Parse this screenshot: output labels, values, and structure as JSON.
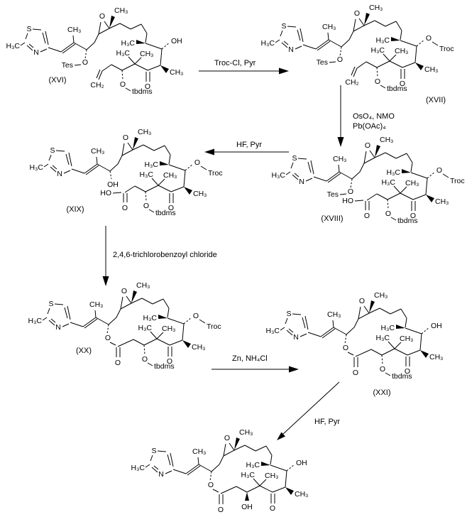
{
  "scheme": {
    "description_labels": {}
  },
  "structures": [
    {
      "id": "XVI",
      "label": "(XVI)",
      "atoms": {
        "thiazole_methyl": "H₃C",
        "sulfur": "S",
        "nitrogen": "N",
        "vinyl_methyl": "CH₃",
        "epoxide_oxygen": "O",
        "epoxide_methyl": "CH₃",
        "c8_methyl": "H₃C",
        "c7_hydroxyl": "OH",
        "c6_methyl": "CH₃",
        "gem_methyl_left": "H₃C",
        "gem_methyl_right": "CH₃",
        "ketone_oxygen": "O",
        "c3_oxygen": "O",
        "c3_silyl": "tbdms",
        "c15_silyl": "Tes",
        "c15_oxygen": "O",
        "terminal_alkene": "CH₂"
      }
    },
    {
      "id": "XVII",
      "label": "(XVII)",
      "atoms": {
        "thiazole_methyl": "H₃C",
        "sulfur": "S",
        "nitrogen": "N",
        "vinyl_methyl": "CH₃",
        "epoxide_oxygen": "O",
        "epoxide_methyl": "CH₃",
        "c8_methyl": "H₃C",
        "c7_oxygen": "O",
        "c7_troc": "Troc",
        "c6_methyl": "CH₃",
        "gem_methyl_left": "H₃C",
        "gem_methyl_right": "CH₃",
        "ketone_oxygen": "O",
        "c3_oxygen": "O",
        "c3_silyl": "tbdms",
        "c15_silyl": "Tes",
        "c15_oxygen": "O",
        "terminal_alkene": "CH₂"
      }
    },
    {
      "id": "XVIII",
      "label": "(XVIII)",
      "atoms": {
        "thiazole_methyl": "H₃C",
        "sulfur": "S",
        "nitrogen": "N",
        "vinyl_methyl": "CH₃",
        "epoxide_oxygen": "O",
        "epoxide_methyl": "CH₃",
        "c8_methyl": "H₃C",
        "c7_oxygen": "O",
        "c7_troc": "Troc",
        "c6_methyl": "CH₃",
        "gem_methyl_left": "H₃C",
        "gem_methyl_right": "CH₃",
        "ketone_oxygen": "O",
        "c3_oxygen": "O",
        "c3_silyl": "tbdms",
        "c15_silyl": "Tes",
        "c15_oxygen": "O",
        "acid_hydroxyl": "HO",
        "acid_oxygen": "O"
      }
    },
    {
      "id": "XIX",
      "label": "(XIX)",
      "atoms": {
        "thiazole_methyl": "H₃C",
        "sulfur": "S",
        "nitrogen": "N",
        "vinyl_methyl": "CH₃",
        "epoxide_oxygen": "O",
        "epoxide_methyl": "CH₃",
        "c8_methyl": "H₃C",
        "c7_oxygen": "O",
        "c7_troc": "Troc",
        "c6_methyl": "CH₃",
        "gem_methyl_left": "H₃C",
        "gem_methyl_right": "CH₃",
        "ketone_oxygen": "O",
        "c3_oxygen": "O",
        "c3_silyl": "tbdms",
        "c15_hydroxyl": "OH",
        "acid_hydroxyl": "HO",
        "acid_oxygen": "O"
      }
    },
    {
      "id": "XX",
      "label": "(XX)",
      "atoms": {
        "thiazole_methyl": "H₃C",
        "sulfur": "S",
        "nitrogen": "N",
        "vinyl_methyl": "CH₃",
        "epoxide_oxygen": "O",
        "epoxide_methyl": "CH₃",
        "c8_methyl": "H₃C",
        "c7_oxygen": "O",
        "c7_troc": "Troc",
        "c6_methyl": "CH₃",
        "gem_methyl_left": "H₃C",
        "gem_methyl_right": "CH₃",
        "ketone_oxygen": "O",
        "c3_oxygen": "O",
        "c3_silyl": "tbdms",
        "ring_oxygen": "O",
        "ester_oxygen": "O"
      }
    },
    {
      "id": "XXI",
      "label": "(XXI)",
      "atoms": {
        "thiazole_methyl": "H₃C",
        "sulfur": "S",
        "nitrogen": "N",
        "vinyl_methyl": "CH₃",
        "epoxide_oxygen": "O",
        "epoxide_methyl": "CH₃",
        "c8_methyl": "H₃C",
        "c7_hydroxyl": "OH",
        "c6_methyl": "CH₃",
        "gem_methyl_left": "H₃C",
        "gem_methyl_right": "CH₃",
        "ketone_oxygen": "O",
        "c3_oxygen": "O",
        "c3_silyl": "tbdms",
        "ring_oxygen": "O",
        "ester_oxygen": "O"
      }
    },
    {
      "id": "final-product",
      "atoms": {
        "thiazole_methyl": "H₃C",
        "sulfur": "S",
        "nitrogen": "N",
        "vinyl_methyl": "CH₃",
        "epoxide_oxygen": "O",
        "epoxide_methyl": "CH₃",
        "c8_methyl": "H₃C",
        "c7_hydroxyl": "OH",
        "c6_methyl": "CH₃",
        "gem_methyl_left": "H₃C",
        "gem_methyl_right": "CH₃",
        "ketone_oxygen": "O",
        "c3_hydroxyl": "OH",
        "ring_oxygen": "O",
        "ester_oxygen": "O"
      }
    }
  ],
  "arrows": [
    {
      "name": "troc-protection",
      "label": "Troc-Cl,  Pyr"
    },
    {
      "name": "oxidative-cleavage",
      "label_line1": "OsO₄, NMO",
      "label_line2": "Pb(OAc)₄"
    },
    {
      "name": "hf-pyr-desilylation",
      "label": "HF,  Pyr"
    },
    {
      "name": "yamaguchi-lactonization",
      "label": "2,4,6-trichlorobenzoyl chloride"
    },
    {
      "name": "troc-removal",
      "label": "Zn, NH₄Cl"
    },
    {
      "name": "final-deprotection",
      "label": "HF, Pyr"
    }
  ]
}
